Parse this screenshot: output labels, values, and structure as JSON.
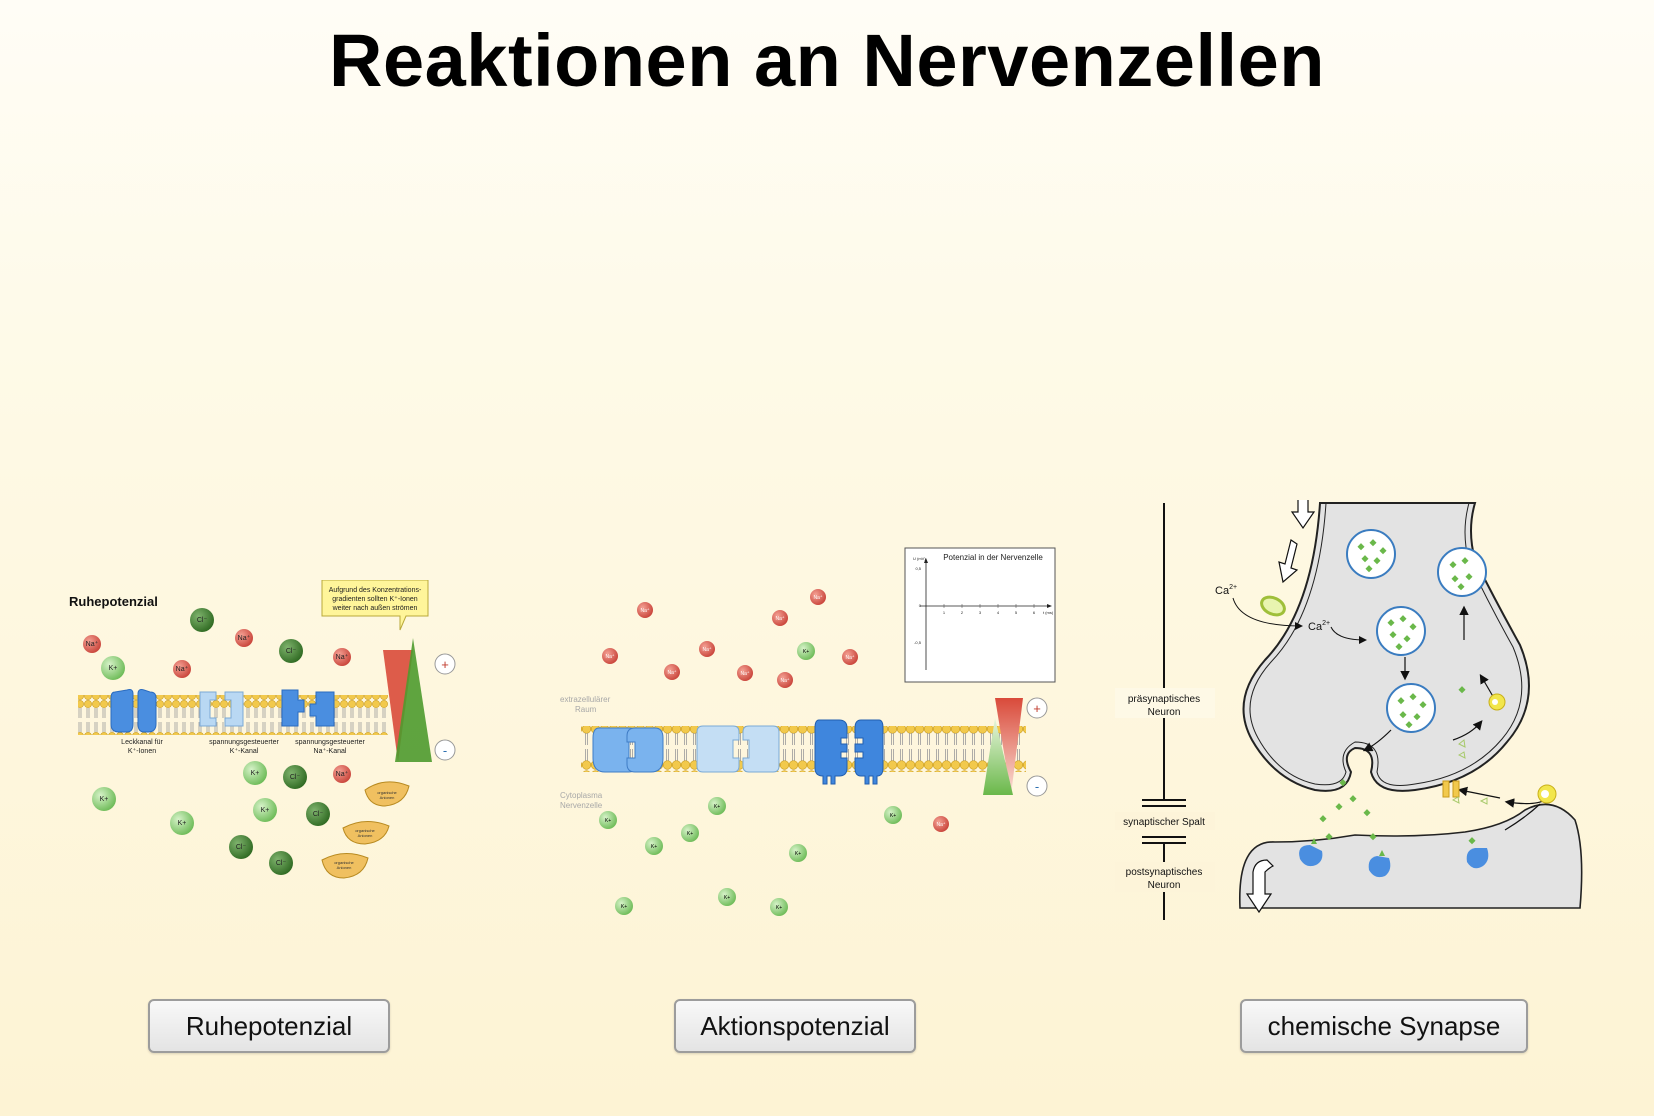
{
  "title": "Reaktionen an Nervenzellen",
  "ruhe": {
    "heading": "Ruhepotenzial",
    "callout": [
      "Aufgrund des Konzentrations-",
      "gradienten sollten K⁺-Ionen",
      "weiter nach außen strömen"
    ],
    "channel_labels": [
      [
        "Leckkanal für",
        "K⁺-Ionen"
      ],
      [
        "spannungsgesteuerter",
        "K⁺-Kanal"
      ],
      [
        "spannungsgesteuerter",
        "Na⁺-Kanal"
      ]
    ],
    "organic_label": [
      "organische",
      "Anionen"
    ],
    "plus": "+",
    "minus": "-"
  },
  "aktion": {
    "graph_title": "Potenzial in der Nervenzelle",
    "y_label": "U (mV)",
    "x_label": "t (ms)",
    "y_ticks": [
      "0,5",
      "0",
      "-0,5"
    ],
    "x_ticks": [
      "1",
      "2",
      "3",
      "4",
      "5",
      "6"
    ],
    "extra_label": [
      "extrazellulärer",
      "Raum"
    ],
    "cyto_label": [
      "Cytoplasma",
      "Nervenzelle"
    ],
    "plus": "+",
    "minus": "-"
  },
  "synapse": {
    "pre_label": [
      "präsynaptisches",
      "Neuron"
    ],
    "cleft_label": "synaptischer Spalt",
    "post_label": [
      "postsynaptisches",
      "Neuron"
    ],
    "ca_label": "Ca",
    "ca_sup": "2+"
  },
  "ions": {
    "na": "Na⁺",
    "k": "K+",
    "cl": "Cl⁻"
  },
  "buttons": {
    "ruhe": "Ruhepotenzial",
    "aktion": "Aktionspotenzial",
    "synapse": "chemische Synapse"
  },
  "colors": {
    "na": "#d9584a",
    "k_light": "#8ed07a",
    "cl_dark": "#3f7a2e",
    "channel_blue": "#4a8ee0",
    "channel_light": "#b9d8f3",
    "lipid": "#f2c94c"
  }
}
